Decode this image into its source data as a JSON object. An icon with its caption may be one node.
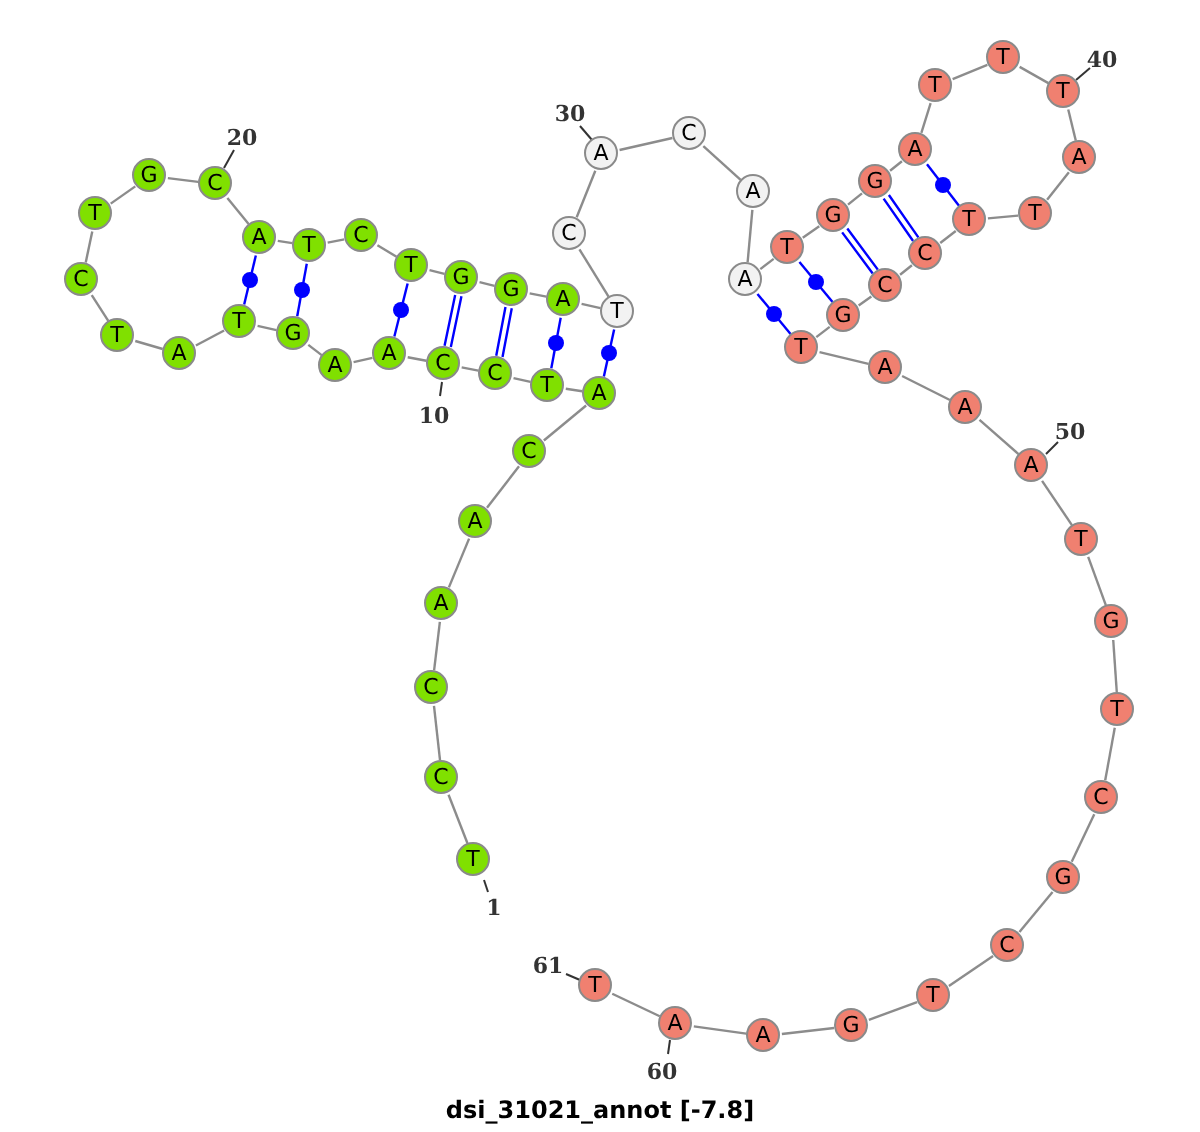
{
  "diagram": {
    "title": "dsi_31021_annot [-7.8]",
    "nodes": [
      {
        "text": [
          "T"
        ],
        "beside": [
          "1"
        ]
      },
      {
        "text": [
          "C"
        ]
      },
      {
        "text": [
          "C"
        ]
      },
      {
        "text": [
          "A"
        ]
      },
      {
        "text": [
          "A"
        ]
      },
      {
        "text": [
          "C"
        ]
      },
      {
        "text": [
          "A"
        ]
      },
      {
        "text": [
          "T"
        ]
      },
      {
        "text": [
          "C"
        ]
      },
      {
        "text": [
          "C"
        ],
        "beside": [
          "10"
        ]
      },
      {
        "text": [
          "A"
        ]
      },
      {
        "text": [
          "A"
        ]
      },
      {
        "text": [
          "G"
        ]
      },
      {
        "text": [
          "T"
        ]
      },
      {
        "text": [
          "A"
        ]
      },
      {
        "text": [
          "T"
        ]
      },
      {
        "text": [
          "C"
        ]
      },
      {
        "text": [
          "T"
        ]
      },
      {
        "text": [
          "G"
        ]
      },
      {
        "text": [
          "C"
        ],
        "beside": [
          "20"
        ]
      },
      {
        "text": [
          "A"
        ]
      },
      {
        "text": [
          "T"
        ]
      },
      {
        "text": [
          "C"
        ]
      },
      {
        "text": [
          "T"
        ]
      },
      {
        "text": [
          "G"
        ]
      },
      {
        "text": [
          "G"
        ]
      },
      {
        "text": [
          "A"
        ]
      },
      {
        "text": [
          "T"
        ]
      },
      {
        "text": [
          "C"
        ]
      },
      {
        "text": [
          "A"
        ],
        "beside": [
          "30"
        ]
      },
      {
        "text": [
          "C"
        ]
      },
      {
        "text": [
          "A"
        ]
      },
      {
        "text": [
          "A"
        ]
      },
      {
        "text": [
          "T"
        ]
      },
      {
        "text": [
          "G"
        ]
      },
      {
        "text": [
          "G"
        ]
      },
      {
        "text": [
          "A"
        ]
      },
      {
        "text": [
          "T"
        ]
      },
      {
        "text": [
          "T"
        ]
      },
      {
        "text": [
          "T"
        ],
        "beside": [
          "40"
        ]
      },
      {
        "text": [
          "A"
        ]
      },
      {
        "text": [
          "T"
        ]
      },
      {
        "text": [
          "T"
        ]
      },
      {
        "text": [
          "C"
        ]
      },
      {
        "text": [
          "C"
        ]
      },
      {
        "text": [
          "G"
        ]
      },
      {
        "text": [
          "T"
        ]
      },
      {
        "text": [
          "A"
        ]
      },
      {
        "text": [
          "A"
        ]
      },
      {
        "text": [
          "A"
        ],
        "beside": [
          "50"
        ]
      },
      {
        "text": [
          "T"
        ]
      },
      {
        "text": [
          "G"
        ]
      },
      {
        "text": [
          "T"
        ]
      },
      {
        "text": [
          "C"
        ]
      },
      {
        "text": [
          "G"
        ]
      },
      {
        "text": [
          "C"
        ]
      },
      {
        "text": [
          "T"
        ]
      },
      {
        "text": [
          "G"
        ]
      },
      {
        "text": [
          "A"
        ]
      },
      {
        "text": [
          "A"
        ],
        "beside": [
          "60"
        ]
      },
      {
        "text": [
          "T"
        ],
        "beside": [
          "61"
        ]
      }
    ],
    "edges": [
      {
        "from": 0,
        "to": 1,
        "arrow": "none"
      },
      {
        "from": 1,
        "to": 2,
        "arrow": "none"
      },
      {
        "from": 2,
        "to": 3,
        "arrow": "none"
      },
      {
        "from": 3,
        "to": 4,
        "arrow": "none"
      },
      {
        "from": 4,
        "to": 5,
        "arrow": "none"
      },
      {
        "from": 5,
        "to": 6,
        "arrow": "none"
      },
      {
        "from": 6,
        "to": 7,
        "arrow": "none"
      },
      {
        "from": 7,
        "to": 8,
        "arrow": "none"
      },
      {
        "from": 8,
        "to": 9,
        "arrow": "none"
      },
      {
        "from": 9,
        "to": 10,
        "arrow": "none"
      },
      {
        "from": 10,
        "to": 11,
        "arrow": "none"
      },
      {
        "from": 11,
        "to": 12,
        "arrow": "none"
      },
      {
        "from": 12,
        "to": 13,
        "arrow": "none"
      },
      {
        "from": 13,
        "to": 14,
        "arrow": "none"
      },
      {
        "from": 14,
        "to": 15,
        "arrow": "none"
      },
      {
        "from": 15,
        "to": 16,
        "arrow": "none"
      },
      {
        "from": 16,
        "to": 17,
        "arrow": "none"
      },
      {
        "from": 17,
        "to": 18,
        "arrow": "none"
      },
      {
        "from": 18,
        "to": 19,
        "arrow": "none"
      },
      {
        "from": 19,
        "to": 20,
        "arrow": "none"
      },
      {
        "from": 20,
        "to": 21,
        "arrow": "none"
      },
      {
        "from": 21,
        "to": 22,
        "arrow": "none"
      },
      {
        "from": 22,
        "to": 23,
        "arrow": "none"
      },
      {
        "from": 23,
        "to": 24,
        "arrow": "none"
      },
      {
        "from": 24,
        "to": 25,
        "arrow": "none"
      },
      {
        "from": 25,
        "to": 26,
        "arrow": "none"
      },
      {
        "from": 26,
        "to": 27,
        "arrow": "none"
      },
      {
        "from": 27,
        "to": 28,
        "arrow": "none"
      },
      {
        "from": 28,
        "to": 29,
        "arrow": "none"
      },
      {
        "from": 29,
        "to": 30,
        "arrow": "none"
      },
      {
        "from": 30,
        "to": 31,
        "arrow": "none"
      },
      {
        "from": 31,
        "to": 32,
        "arrow": "none"
      },
      {
        "from": 32,
        "to": 33,
        "arrow": "none"
      },
      {
        "from": 33,
        "to": 34,
        "arrow": "none"
      },
      {
        "from": 34,
        "to": 35,
        "arrow": "none"
      },
      {
        "from": 35,
        "to": 36,
        "arrow": "none"
      },
      {
        "from": 36,
        "to": 37,
        "arrow": "none"
      },
      {
        "from": 37,
        "to": 38,
        "arrow": "none"
      },
      {
        "from": 38,
        "to": 39,
        "arrow": "none"
      },
      {
        "from": 39,
        "to": 40,
        "arrow": "none"
      },
      {
        "from": 40,
        "to": 41,
        "arrow": "none"
      },
      {
        "from": 41,
        "to": 42,
        "arrow": "none"
      },
      {
        "from": 42,
        "to": 43,
        "arrow": "none"
      },
      {
        "from": 43,
        "to": 44,
        "arrow": "none"
      },
      {
        "from": 44,
        "to": 45,
        "arrow": "none"
      },
      {
        "from": 45,
        "to": 46,
        "arrow": "none"
      },
      {
        "from": 46,
        "to": 47,
        "arrow": "none"
      },
      {
        "from": 47,
        "to": 48,
        "arrow": "none"
      },
      {
        "from": 48,
        "to": 49,
        "arrow": "none"
      },
      {
        "from": 49,
        "to": 50,
        "arrow": "none"
      },
      {
        "from": 50,
        "to": 51,
        "arrow": "none"
      },
      {
        "from": 51,
        "to": 52,
        "arrow": "none"
      },
      {
        "from": 52,
        "to": 53,
        "arrow": "none"
      },
      {
        "from": 53,
        "to": 54,
        "arrow": "none"
      },
      {
        "from": 54,
        "to": 55,
        "arrow": "none"
      },
      {
        "from": 55,
        "to": 56,
        "arrow": "none"
      },
      {
        "from": 56,
        "to": 57,
        "arrow": "none"
      },
      {
        "from": 57,
        "to": 58,
        "arrow": "none"
      },
      {
        "from": 58,
        "to": 59,
        "arrow": "none"
      },
      {
        "from": 59,
        "to": 60,
        "arrow": "none"
      },
      {
        "from": 6,
        "to": 27,
        "arrow": "none",
        "color": "#0000ff"
      },
      {
        "from": 7,
        "to": 26,
        "arrow": "none",
        "color": "#0000ff"
      },
      {
        "from": 8,
        "to": 25,
        "arrow": "none",
        "color": "#0000ff"
      },
      {
        "from": 9,
        "to": 24,
        "arrow": "none",
        "color": "#0000ff"
      },
      {
        "from": 10,
        "to": 23,
        "arrow": "none",
        "color": "#0000ff"
      },
      {
        "from": 12,
        "to": 21,
        "arrow": "none",
        "color": "#0000ff"
      },
      {
        "from": 13,
        "to": 20,
        "arrow": "none",
        "color": "#0000ff"
      },
      {
        "from": 32,
        "to": 46,
        "arrow": "none",
        "color": "#0000ff"
      },
      {
        "from": 33,
        "to": 45,
        "arrow": "none",
        "color": "#0000ff"
      },
      {
        "from": 34,
        "to": 44,
        "arrow": "none",
        "color": "#0000ff"
      },
      {
        "from": 35,
        "to": 43,
        "arrow": "none",
        "color": "#0000ff"
      },
      {
        "from": 36,
        "to": 42,
        "arrow": "none",
        "color": "#0000ff"
      }
    ]
  }
}
